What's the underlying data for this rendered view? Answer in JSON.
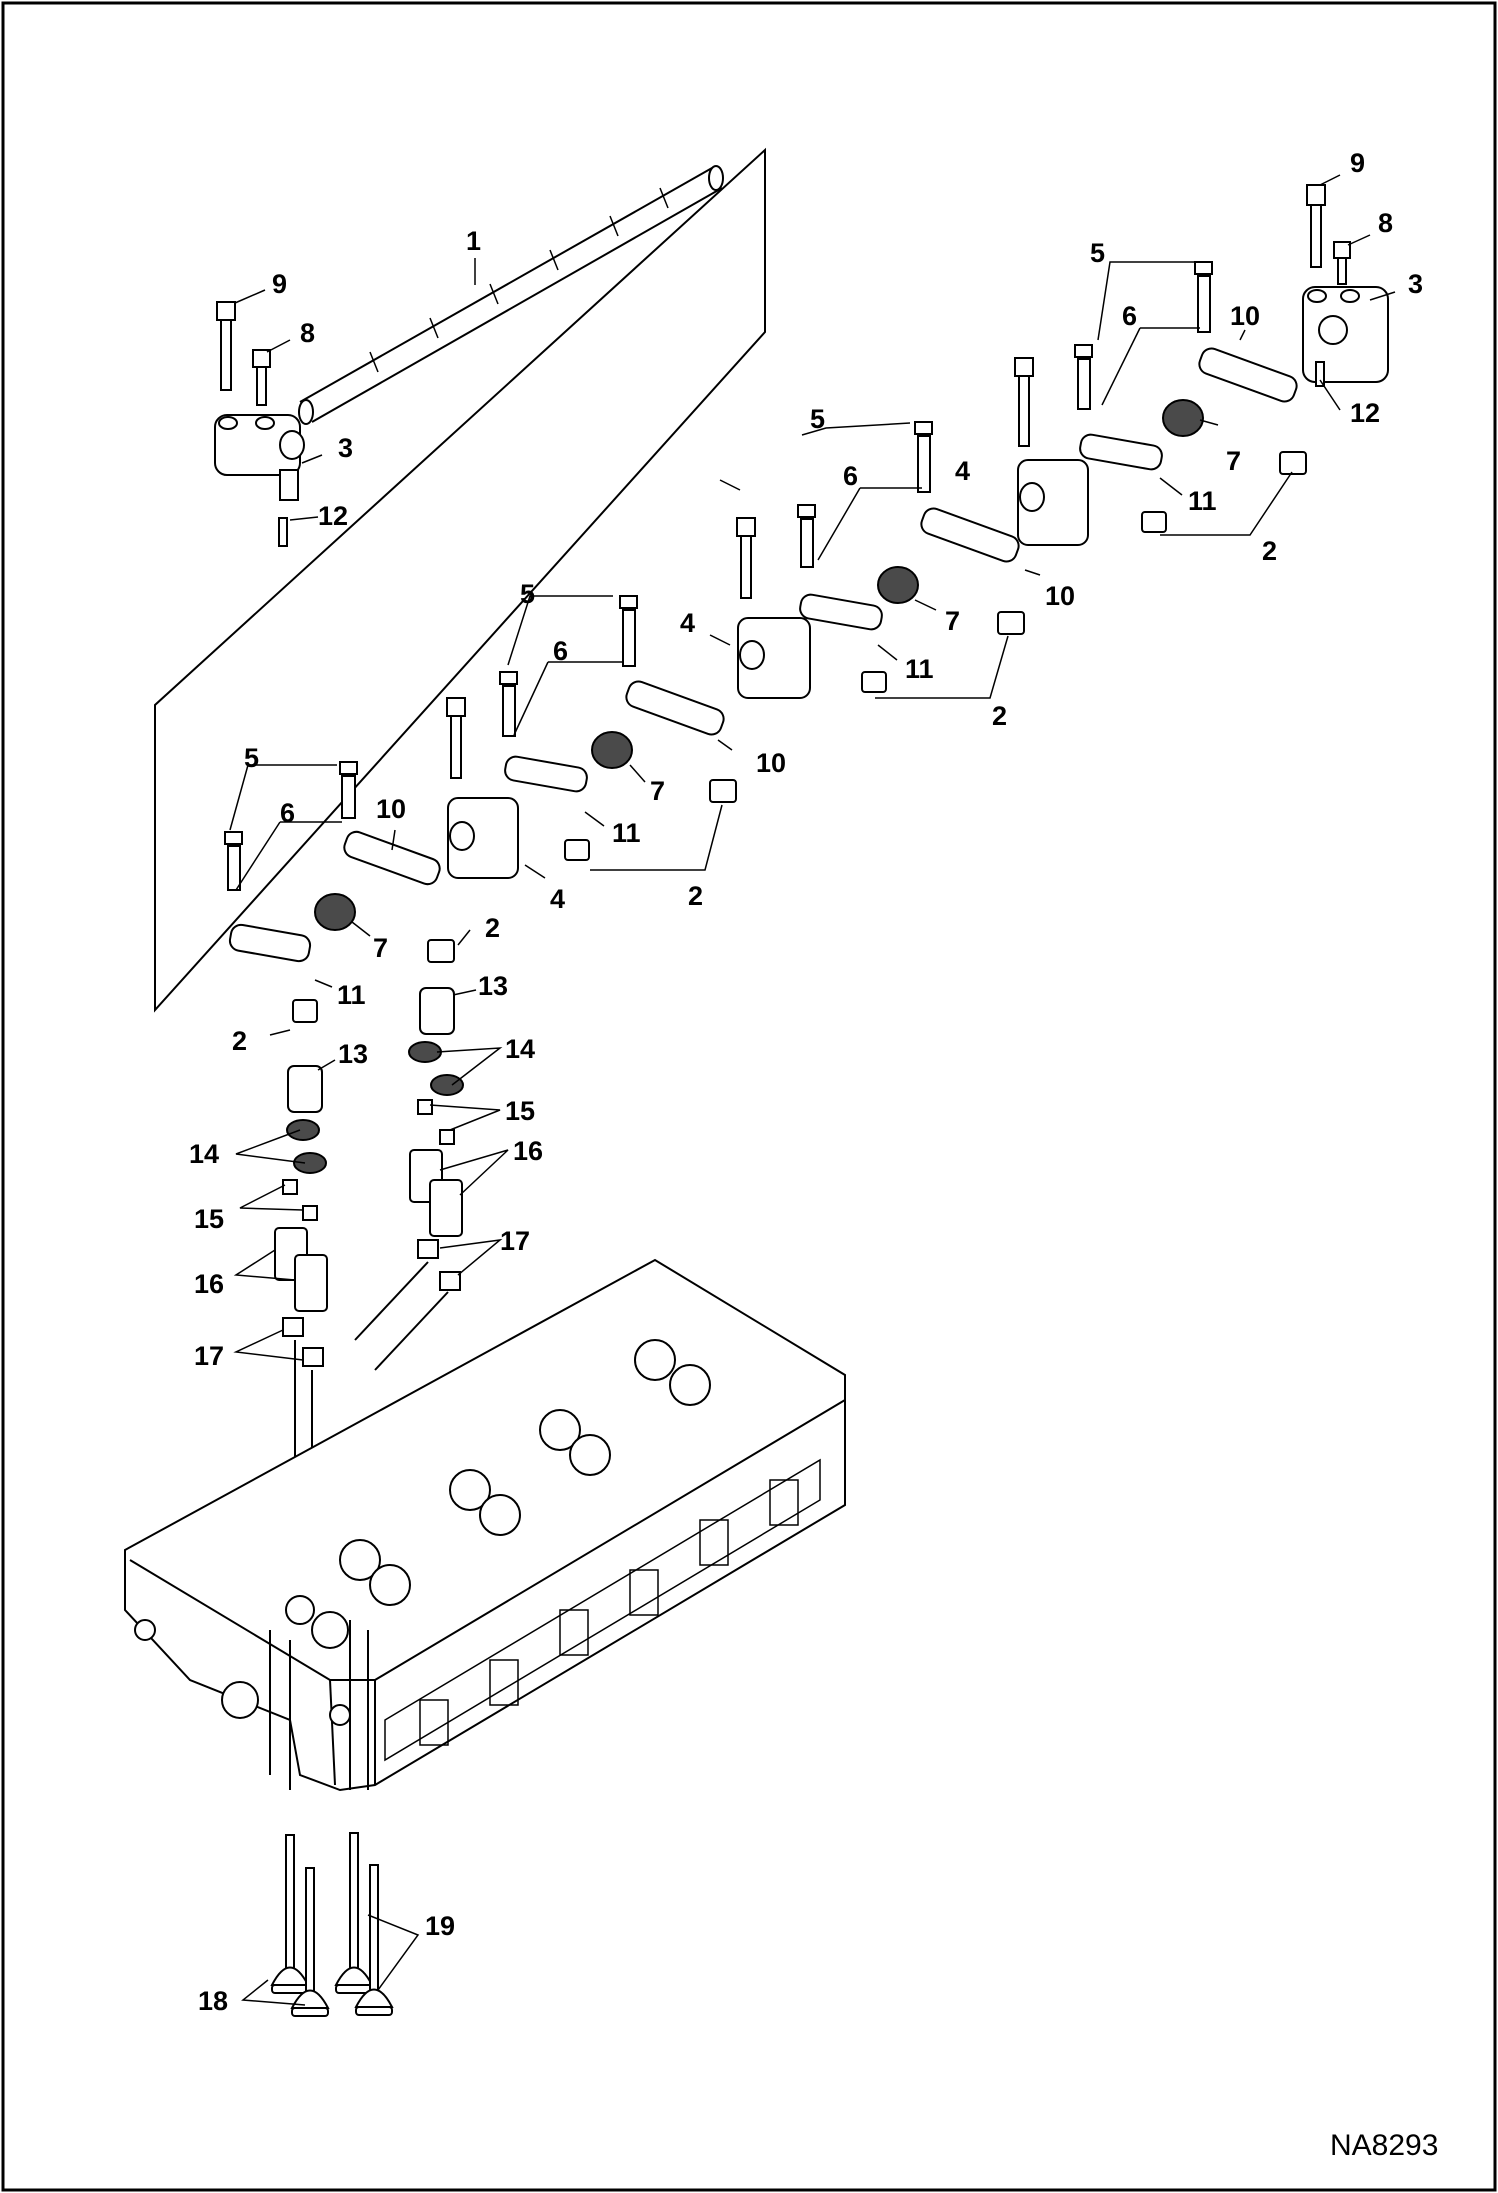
{
  "figure_code": "NA8293",
  "callouts": {
    "rocker_shaft": "1",
    "cap": "2",
    "end_bracket": "3",
    "center_bracket": "4",
    "nut": "5",
    "adjusting_screw": "6",
    "spring": "7",
    "bolt_short": "8",
    "bolt_long": "9",
    "rocker_arm_a": "10",
    "rocker_arm_b": "11",
    "pin": "12",
    "bridge": "13",
    "retainer": "14",
    "collet": "15",
    "valve_spring": "16",
    "stem_seal": "17",
    "valve_a": "18",
    "valve_b": "19"
  }
}
